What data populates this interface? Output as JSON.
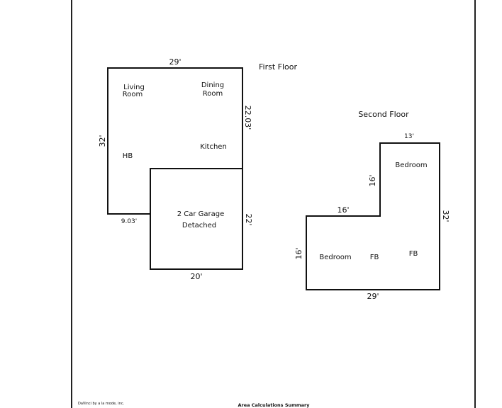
{
  "first_floor": {
    "title": "First Floor",
    "dims": {
      "top": "29'",
      "left": "32'",
      "right_upper": "22.03'",
      "right_lower": "22'",
      "bottom": "20'",
      "bottom_left": "9.03'"
    },
    "rooms": {
      "living_line1": "Living",
      "living_line2": "Room",
      "dining_line1": "Dining",
      "dining_line2": "Room",
      "kitchen": "Kitchen",
      "half_bath": "HB",
      "garage_line1": "2 Car Garage",
      "garage_line2": "Detached"
    }
  },
  "second_floor": {
    "title": "Second Floor",
    "dims": {
      "top": "13'",
      "tower_left": "16'",
      "step": "16'",
      "left": "16'",
      "right": "32'",
      "bottom": "29'"
    },
    "rooms": {
      "bedroom_upper": "Bedroom",
      "bedroom_lower": "Bedroom",
      "full_bath_1": "FB",
      "full_bath_2": "FB"
    }
  },
  "footer": {
    "credit": "DaVinci by a la mode, inc.",
    "summary": "Area Calculations Summary"
  }
}
